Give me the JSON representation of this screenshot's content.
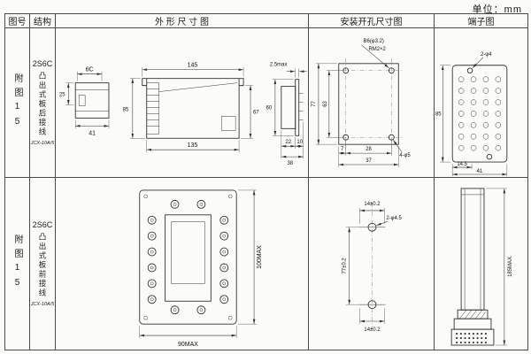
{
  "unit_label": "单位：mm",
  "headers": {
    "fig_no": "图号",
    "structure": "结构",
    "outline": "外 形 尺 寸 图",
    "install": "安装开孔尺寸图",
    "terminal": "端子图"
  },
  "rows": [
    {
      "fig_label": "附图15",
      "model": "2S6C",
      "structure_desc": "凸出式板后接线",
      "type_code": "JCX-10A/5",
      "outline": {
        "top_view_width": "6C",
        "top_view_height": "25",
        "top_view_base": "41",
        "front_width_top": "145",
        "front_width_bottom": "135",
        "front_height_left": "85",
        "front_height_right": "67",
        "side_flange_max": "2.5max",
        "side_height": "60",
        "side_depth_body": "22",
        "side_depth_offset": "10",
        "side_depth_total": "38"
      },
      "install": {
        "thread_note": "B6(φ3.2)",
        "thread_note2": "RM2×2",
        "height_outer": "77",
        "height_inner": "63",
        "offset": "7",
        "width_inner": "28",
        "width_total": "37",
        "corner_holes": "4-φ5"
      },
      "terminal": {
        "mount_holes": "2-φ4",
        "height": "85",
        "pitch": "14.5",
        "width": "41"
      }
    },
    {
      "fig_label": "附图15",
      "model": "2S6C",
      "structure_desc": "凸出式板前接线",
      "type_code": "JCX-10A/5",
      "outline": {
        "height_max": "100MAX",
        "width_max": "90MAX"
      },
      "install": {
        "slot_top": "14±0.2",
        "holes": "2-φ4.5",
        "spacing": "77±0.2",
        "slot_bottom": "14±0.2"
      },
      "terminal": {
        "height_max": "185MAX"
      }
    }
  ]
}
